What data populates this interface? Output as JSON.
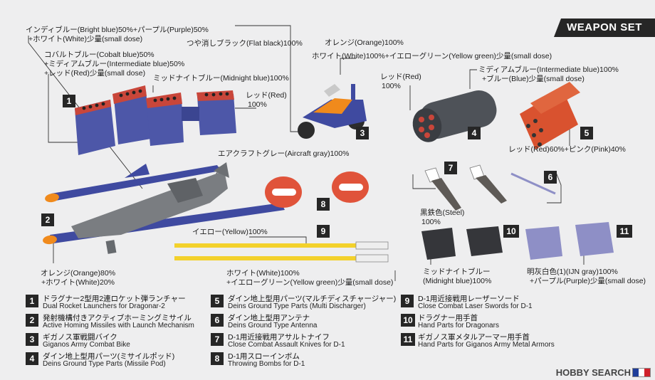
{
  "header": {
    "title": "WEAPON SET"
  },
  "color_notes": {
    "n_launcher_main": "インディブルー(Bright blue)50%+パープル(Purple)50%",
    "n_launcher_main_2": "+ホワイト(White)少量(small dose)",
    "n_cobalt": "コバルトブルー(Cobalt blue)50%",
    "n_cobalt_2": "+ミディアムブルー(Intermediate blue)50%",
    "n_cobalt_3": "+レッド(Red)少量(small dose)",
    "n_midnight": "ミッドナイトブルー(Midnight blue)100%",
    "n_red_launcher": "レッド(Red)",
    "n_red_launcher_2": "100%",
    "n_flat_black": "つや消しブラック(Flat black)100%",
    "n_orange_bike": "オレンジ(Orange)100%",
    "n_white_bike": "ホワイト(White)100%+イエローグリーン(Yellow green)少量(small dose)",
    "n_red_antenna": "レッド(Red)",
    "n_red_antenna_2": "100%",
    "n_pod": "ミディアムブルー(Intermediate blue)100%",
    "n_pod_2": "+ブルー(Blue)少量(small dose)",
    "n_aircraft": "エアクラフトグレー(Aircraft gray)100%",
    "n_redpink": "レッド(Red)60%+ピンク(Pink)40%",
    "n_steel": "黒鉄色(Steel)",
    "n_steel_2": "100%",
    "n_yellow": "イエロー(Yellow)100%",
    "n_orange_missile": "オレンジ(Orange)80%",
    "n_orange_missile_2": "+ホワイト(White)20%",
    "n_white_sword": "ホワイト(White)100%",
    "n_white_sword_2": "+イエローグリーン(Yellow green)少量(small dose)",
    "n_midnight_hand": "ミッドナイトブルー",
    "n_midnight_hand_2": "(Midnight blue)100%",
    "n_ijn": "明灰白色(1)(IJN gray)100%",
    "n_ijn_2": "+パープル(Purple)少量(small dose)"
  },
  "part_numbers": [
    "1",
    "2",
    "3",
    "4",
    "5",
    "6",
    "7",
    "8",
    "9",
    "10",
    "11"
  ],
  "legend": [
    {
      "num": "1",
      "jp": "ドラグナー2型用2連ロケット弾ランチャー",
      "en": "Dual Rocket Launchers for Dragonar-2"
    },
    {
      "num": "2",
      "jp": "発射機構付きアクティブホーミングミサイル",
      "en": "Active Homing Missiles with Launch Mechanism"
    },
    {
      "num": "3",
      "jp": "ギガノス軍戦闘バイク",
      "en": "Giganos Army Combat Bike"
    },
    {
      "num": "4",
      "jp": "ダイン地上型用パーツ(ミサイルポッド)",
      "en": "Deins Ground Type Parts (Missile Pod)"
    },
    {
      "num": "5",
      "jp": "ダイン地上型用パーツ(マルチディスチャージャー)",
      "en": "Deins Ground Type Parts (Multi Discharger)"
    },
    {
      "num": "6",
      "jp": "ダイン地上型用アンテナ",
      "en": "Deins Ground Type Antenna"
    },
    {
      "num": "7",
      "jp": "D-1用近接戦用アサルトナイフ",
      "en": "Close Combat Assault Knives for D-1"
    },
    {
      "num": "8",
      "jp": "D-1用スローインボム",
      "en": "Throwing Bombs for D-1"
    },
    {
      "num": "9",
      "jp": "D-1用近接戦用レーザーソード",
      "en": "Close Combat Laser Swords for D-1"
    },
    {
      "num": "10",
      "jp": "ドラグナー用手首",
      "en": "Hand Parts for Dragonars"
    },
    {
      "num": "11",
      "jp": "ギガノス軍メタルアーマー用手首",
      "en": "Hand Parts for Giganos Army Metal Armors"
    }
  ],
  "watermark": "HOBBY SEARCH",
  "colors": {
    "banner_bg": "#262626",
    "launcher_blue": "#4a55a6",
    "launcher_red": "#c9463a",
    "orange": "#f08a1c",
    "yellow": "#f3d12b",
    "gray": "#76797d",
    "hand_purple": "#8e8fc6",
    "dark": "#2c2c2c"
  }
}
